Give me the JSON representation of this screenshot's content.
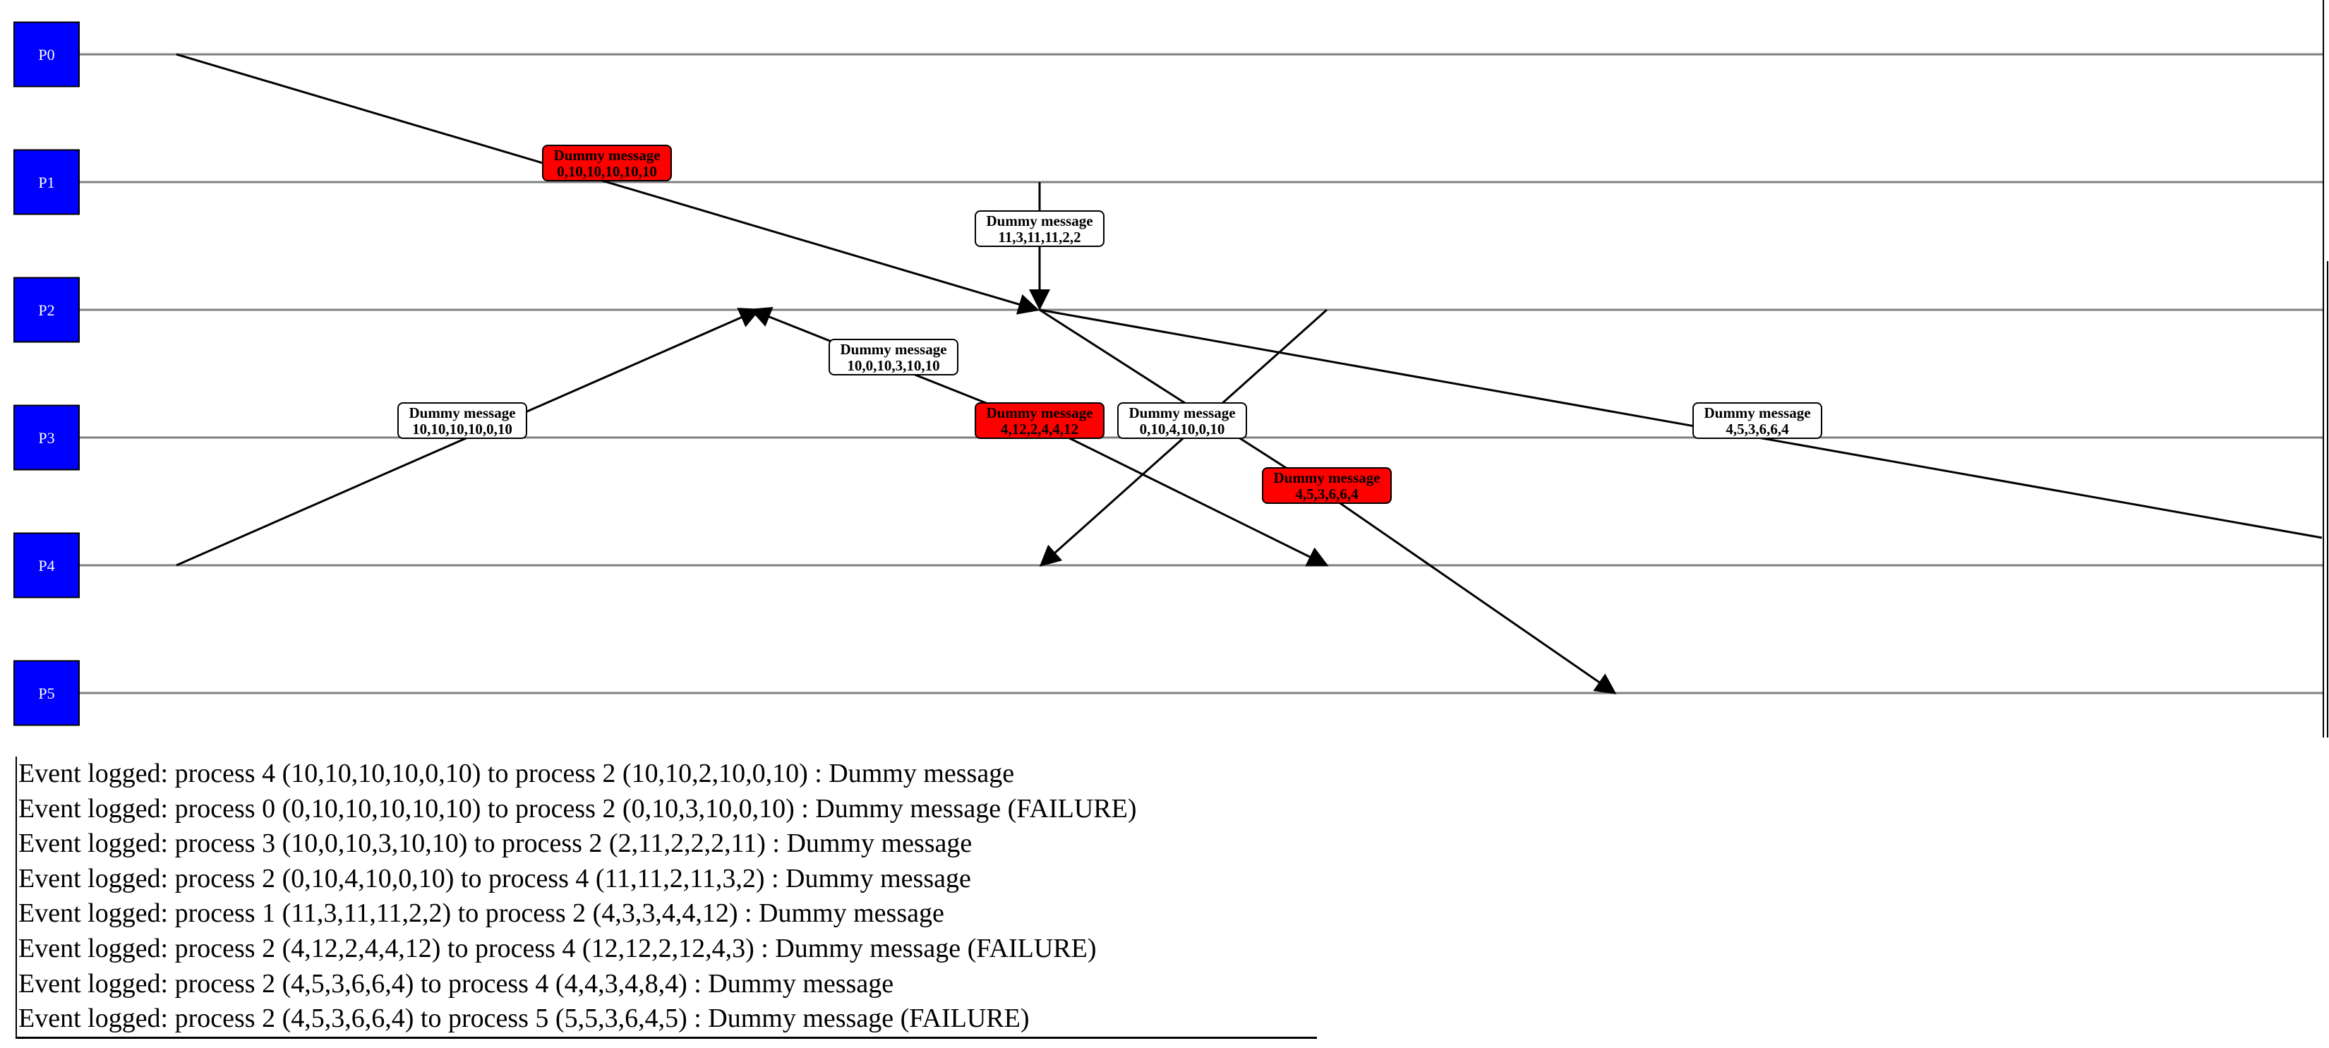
{
  "processes": [
    {
      "label": "P0"
    },
    {
      "label": "P1"
    },
    {
      "label": "P2"
    },
    {
      "label": "P3"
    },
    {
      "label": "P4"
    },
    {
      "label": "P5"
    }
  ],
  "colors": {
    "process_box": "#0000ff",
    "failure_label": "#ff0000",
    "normal_label": "#ffffff",
    "line": "#000000",
    "timeline": "#808080"
  },
  "messages": [
    {
      "from": 4,
      "to": 2,
      "title": "Dummy message",
      "clock": "10,10,10,10,0,10",
      "failure": false
    },
    {
      "from": 0,
      "to": 2,
      "title": "Dummy message",
      "clock": "0,10,10,10,10,10",
      "failure": true
    },
    {
      "from": 3,
      "to": 2,
      "title": "Dummy message",
      "clock": "10,0,10,3,10,10",
      "failure": false
    },
    {
      "from": 2,
      "to": 4,
      "title": "Dummy message",
      "clock": "0,10,4,10,0,10",
      "failure": false
    },
    {
      "from": 1,
      "to": 2,
      "title": "Dummy message",
      "clock": "11,3,11,11,2,2",
      "failure": false
    },
    {
      "from": 2,
      "to": 4,
      "title": "Dummy message",
      "clock": "4,12,2,4,4,12",
      "failure": true
    },
    {
      "from": 2,
      "to": 4,
      "title": "Dummy message",
      "clock": "4,5,3,6,6,4",
      "failure": false
    },
    {
      "from": 2,
      "to": 5,
      "title": "Dummy message",
      "clock": "4,5,3,6,6,4",
      "failure": true
    }
  ],
  "log": [
    "Event logged: process 4 (10,10,10,10,0,10) to process 2 (10,10,2,10,0,10) : Dummy message",
    "Event logged: process 0 (0,10,10,10,10,10) to process 2 (0,10,3,10,0,10) : Dummy message (FAILURE)",
    "Event logged: process 3 (10,0,10,3,10,10) to process 2 (2,11,2,2,2,11) : Dummy message",
    "Event logged: process 2 (0,10,4,10,0,10) to process 4 (11,11,2,11,3,2) : Dummy message",
    "Event logged: process 1 (11,3,11,11,2,2) to process 2 (4,3,3,4,4,12) : Dummy message",
    "Event logged: process 2 (4,12,2,4,4,12) to process 4 (12,12,2,12,4,3) : Dummy message (FAILURE)",
    "Event logged: process 2 (4,5,3,6,6,4) to process 4 (4,4,3,4,8,4) : Dummy message",
    "Event logged: process 2 (4,5,3,6,6,4) to process 5 (5,5,3,6,4,5) : Dummy message (FAILURE)"
  ]
}
